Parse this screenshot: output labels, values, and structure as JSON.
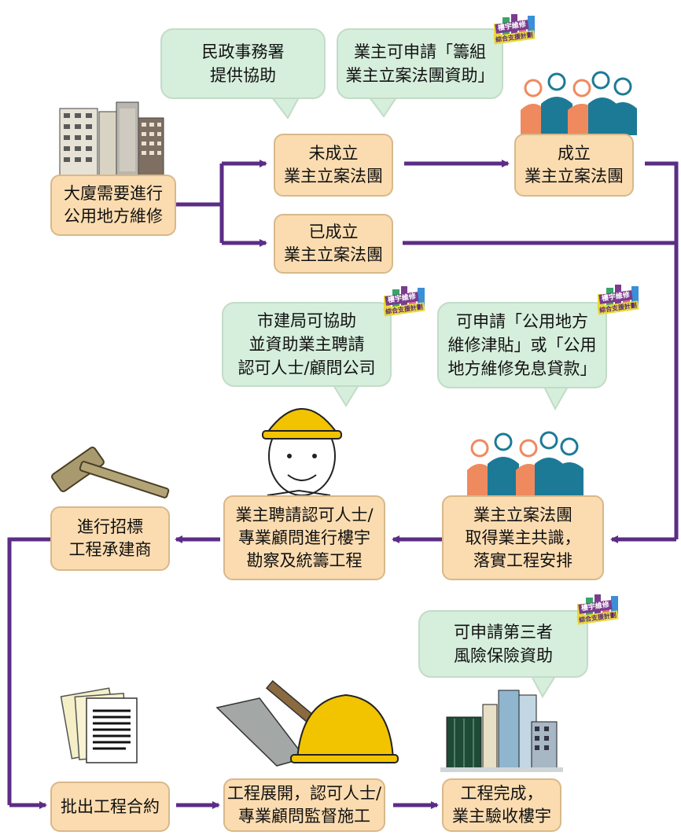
{
  "boxes": {
    "start": "大廈需要進行\n公用地方維修",
    "not_formed": "未成立\n業主立案法團",
    "formed": "成立\n業主立案法團",
    "already_formed": "已成立\n業主立案法團",
    "consensus": "業主立案法團\n取得業主共識，\n落實工程安排",
    "hire_consultant": "業主聘請認可人士/\n專業顧問進行樓宇\n勘察及統籌工程",
    "tender": "進行招標\n工程承建商",
    "contract": "批出工程合約",
    "works_start": "工程展開，認可人士/\n專業顧問監督施工",
    "complete": "工程完成，\n業主驗收樓宇"
  },
  "bubbles": {
    "home_affairs": "民政事務署\n提供協助",
    "oc_subsidy": "業主可申請「籌組\n業主立案法團資助」",
    "ura_assist": "市建局可協助\n並資助業主聘請\n認可人士/顧問公司",
    "maintenance_subsidy": "可申請「公用地方\n維修津貼」或「公用\n地方維修免息貸款」",
    "insurance": "可申請第三者\n風險保險資助"
  },
  "badge": {
    "title": "樓宇維修",
    "subtitle": "綜合支援計劃"
  },
  "colors": {
    "arrow": "#5b2d86",
    "box_fill": "#fbdcb0",
    "bubble_fill": "#d6eedc",
    "person_orange": "#ef8a5e",
    "person_teal": "#1d7a96",
    "helmet": "#f2c400"
  }
}
